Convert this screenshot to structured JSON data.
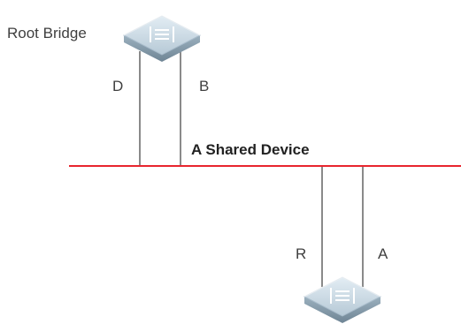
{
  "labels": {
    "root_bridge": "Root Bridge",
    "shared_device": "A Shared Device",
    "port_d": "D",
    "port_b": "B",
    "port_r": "R",
    "port_a": "A"
  },
  "colors": {
    "shared_segment": "#e8252e",
    "link": "#8a8a8a",
    "switch_top": "#c9d9e4",
    "switch_side": "#8fa5b4",
    "switch_icon": "#ffffff"
  },
  "icons": {
    "top_switch": "network-switch-icon",
    "bottom_switch": "network-switch-icon"
  }
}
